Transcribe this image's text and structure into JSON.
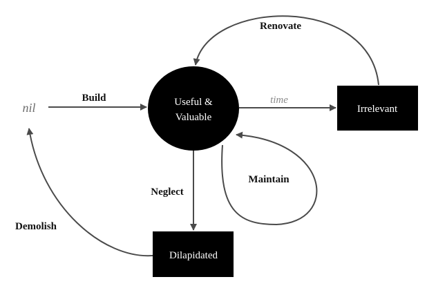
{
  "nodes": {
    "nil": "nil",
    "useful_line1": "Useful &",
    "useful_line2": "Valuable",
    "irrelevant": "Irrelevant",
    "dilapidated": "Dilapidated"
  },
  "edges": {
    "build": "Build",
    "time": "time",
    "renovate": "Renovate",
    "neglect": "Neglect",
    "maintain": "Maintain",
    "demolish": "Demolish"
  },
  "colors": {
    "node_fill": "#000000",
    "edge_stroke": "#4a4a4a",
    "muted_text": "#8a8a8a"
  }
}
